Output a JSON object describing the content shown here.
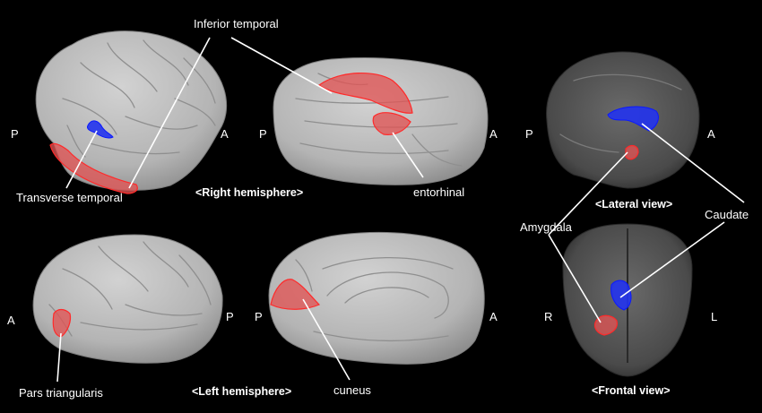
{
  "colors": {
    "background": "#000000",
    "cortex": "#b9b9b9",
    "roi_red": "#e05555",
    "roi_blue": "#2233ee",
    "mri_gray": "#5e5e5e",
    "label_text": "#ffffff"
  },
  "panels": {
    "right_lateral": {
      "dir_left": "P",
      "dir_right": "A"
    },
    "right_medial": {
      "dir_left": "P",
      "dir_right": "A"
    },
    "left_lateral": {
      "dir_left": "A",
      "dir_right": "P"
    },
    "left_medial": {
      "dir_left": "P",
      "dir_right": "A"
    },
    "mri_lateral": {
      "dir_left": "P",
      "dir_right": "A"
    },
    "mri_frontal": {
      "dir_left": "R",
      "dir_right": "L"
    }
  },
  "titles": {
    "right_hemisphere": "<Right hemisphere>",
    "left_hemisphere": "<Left hemisphere>",
    "lateral_view": "<Lateral view>",
    "frontal_view": "<Frontal view>"
  },
  "labels": {
    "inferior_temporal": "Inferior temporal",
    "transverse_temporal": "Transverse temporal",
    "entorhinal": "entorhinal",
    "pars_triangularis": "Pars triangularis",
    "cuneus": "cuneus",
    "amygdala": "Amygdala",
    "caudate": "Caudate"
  }
}
